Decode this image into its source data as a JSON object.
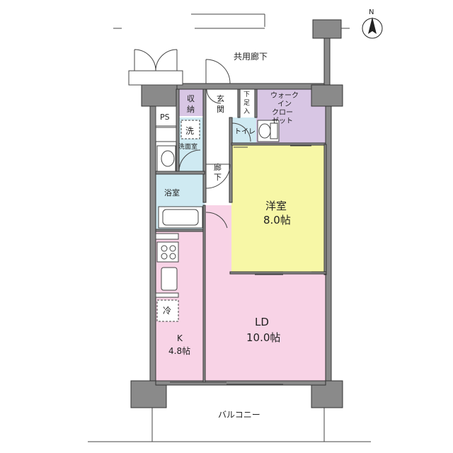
{
  "labels": {
    "corridor_common": "共用廊下",
    "storage_1": "収",
    "storage_2": "納",
    "entrance_1": "玄",
    "entrance_2": "関",
    "shoebox_1": "下",
    "shoebox_2": "足",
    "shoebox_3": "入",
    "walkin_1": "ウォーク",
    "walkin_2": "イン",
    "walkin_3": "クロー",
    "walkin_4": "ゼット",
    "ps": "PS",
    "washer": "洗",
    "washroom": "洗面室",
    "toilet": "トイレ",
    "hall_1": "廊",
    "hall_2": "下",
    "bathroom": "浴室",
    "western_room_name": "洋室",
    "western_room_size": "8.0帖",
    "fridge": "冷",
    "kitchen_name": "K",
    "kitchen_size": "4.8帖",
    "ld_name": "LD",
    "ld_size": "10.0帖",
    "balcony": "バルコニー",
    "north": "N"
  },
  "colors": {
    "western_room": "#f7f7a6",
    "ld": "#f8d3e6",
    "kitchen": "#f8d3e6",
    "storage": "#d8c6e4",
    "bath": "#cfeaf2",
    "wall": "#8a8a8a"
  },
  "icons": [
    "north-arrow-icon",
    "stove-icon",
    "sink-icon",
    "bathtub-icon",
    "toilet-icon",
    "washer-icon",
    "fridge-icon",
    "washbasin-icon"
  ]
}
